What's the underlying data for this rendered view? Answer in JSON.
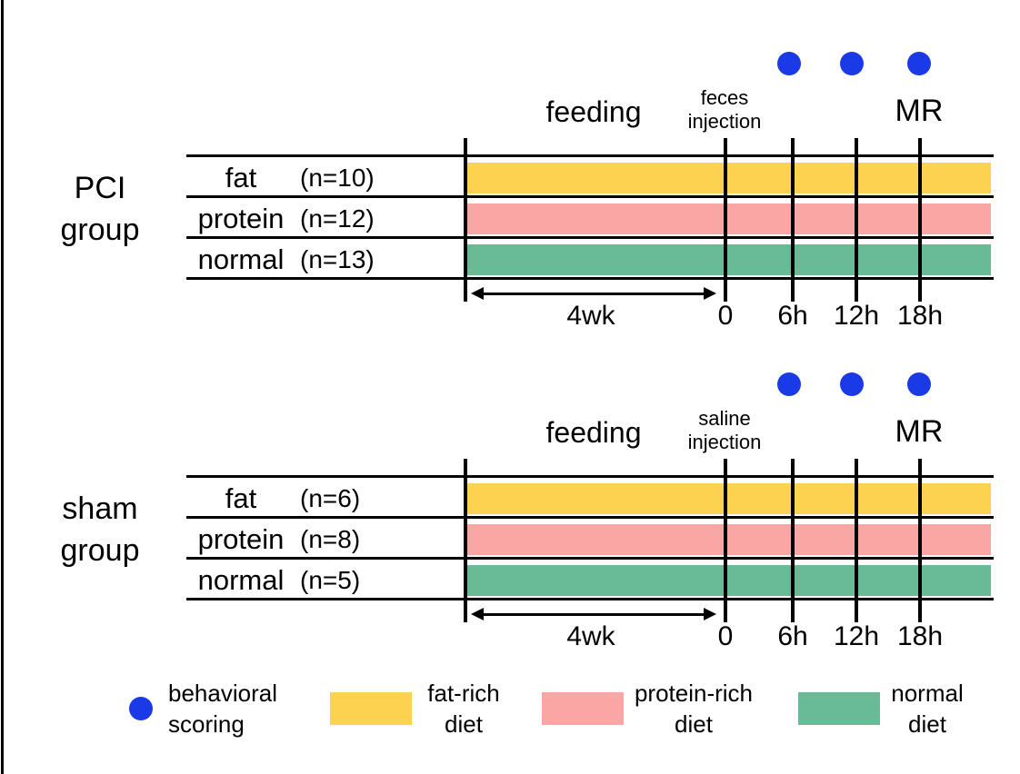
{
  "colors": {
    "fat_diet": "#fcd250",
    "protein_diet": "#f9a6a4",
    "normal_diet": "#68bb95",
    "scoring_dot": "#1a3ae8",
    "line": "#000000"
  },
  "groups": [
    {
      "label_line1": "PCI",
      "label_line2": "group",
      "feeding_label": "feeding",
      "injection_line1": "feces",
      "injection_line2": "injection",
      "mr_label": "MR",
      "duration_label": "4wk",
      "tick_labels": [
        "0",
        "6h",
        "12h",
        "18h"
      ],
      "rows": [
        {
          "diet": "fat",
          "n": "(n=10)"
        },
        {
          "diet": "protein",
          "n": "(n=12)"
        },
        {
          "diet": "normal",
          "n": "(n=13)"
        }
      ]
    },
    {
      "label_line1": "sham",
      "label_line2": "group",
      "feeding_label": "feeding",
      "injection_line1": "saline",
      "injection_line2": "injection",
      "mr_label": "MR",
      "duration_label": "4wk",
      "tick_labels": [
        "0",
        "6h",
        "12h",
        "18h"
      ],
      "rows": [
        {
          "diet": "fat",
          "n": "(n=6)"
        },
        {
          "diet": "protein",
          "n": "(n=8)"
        },
        {
          "diet": "normal",
          "n": "(n=5)"
        }
      ]
    }
  ],
  "legend": {
    "behavioral_line1": "behavioral",
    "behavioral_line2": "scoring",
    "fat_line1": "fat-rich",
    "fat_line2": "diet",
    "protein_line1": "protein-rich",
    "protein_line2": "diet",
    "normal_line1": "normal",
    "normal_line2": "diet"
  }
}
